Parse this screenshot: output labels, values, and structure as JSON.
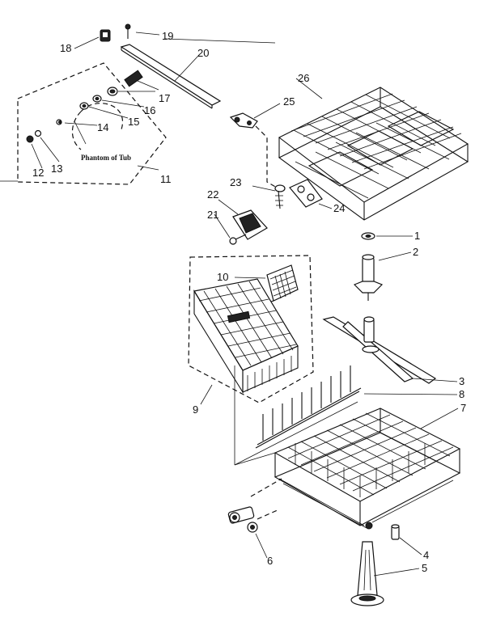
{
  "callouts": {
    "c1": "1",
    "c2": "2",
    "c3": "3",
    "c4": "4",
    "c5": "5",
    "c6": "6",
    "c7": "7",
    "c8": "8",
    "c9": "9",
    "c10": "10",
    "c11": "11",
    "c12": "12",
    "c13": "13",
    "c14": "14",
    "c15": "15",
    "c16": "16",
    "c17": "17",
    "c18": "18",
    "c19": "19",
    "c20": "20",
    "c21": "21",
    "c22": "22",
    "c23": "23",
    "c24": "24",
    "c25": "25",
    "c26": "26"
  },
  "annotations": {
    "phantom": "Phantom of Tub"
  }
}
